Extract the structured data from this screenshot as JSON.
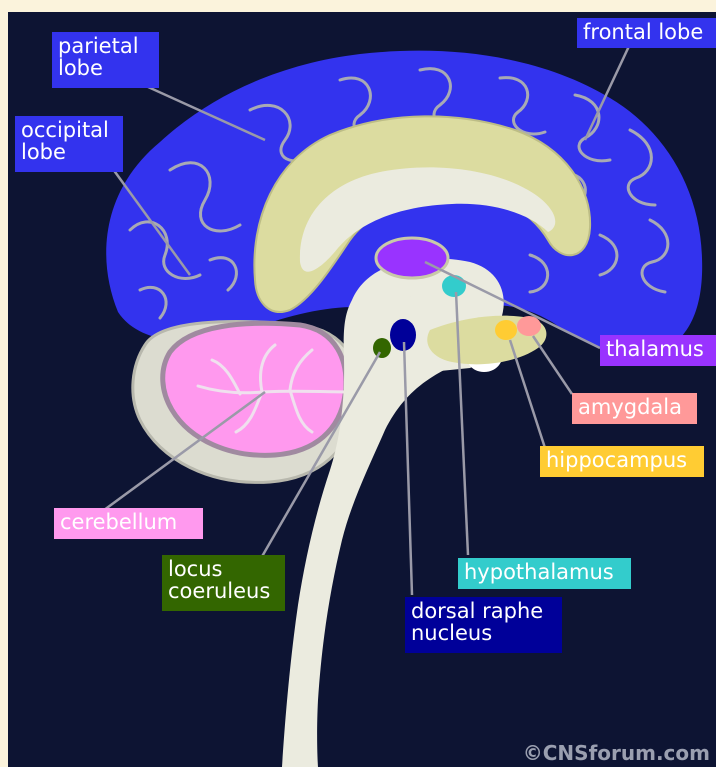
{
  "colors": {
    "background": "#0d1433",
    "frame": "#fbf3dc",
    "cortex": "#3333ee",
    "limbic": "#dcdca0",
    "brainstem": "#ebebdf",
    "cerebellum": "#ff99ee",
    "thalamus": "#9933ff",
    "hypothalamus": "#33cccc",
    "amygdala": "#ff9999",
    "hippocampus": "#ffcc33",
    "locus_coeruleus": "#336600",
    "dorsal_raphe_nucleus": "#000099"
  },
  "labels": {
    "parietal_lobe": "parietal\nlobe",
    "frontal_lobe": "frontal lobe",
    "occipital_lobe": "occipital\nlobe",
    "thalamus": "thalamus",
    "amygdala": "amygdala",
    "hippocampus": "hippocampus",
    "cerebellum": "cerebellum",
    "locus_coeruleus": "locus\ncoeruleus",
    "hypothalamus": "hypothalamus",
    "dorsal_raphe_nucleus": "dorsal raphe\nnucleus"
  },
  "copyright": "©CNSforum.com"
}
